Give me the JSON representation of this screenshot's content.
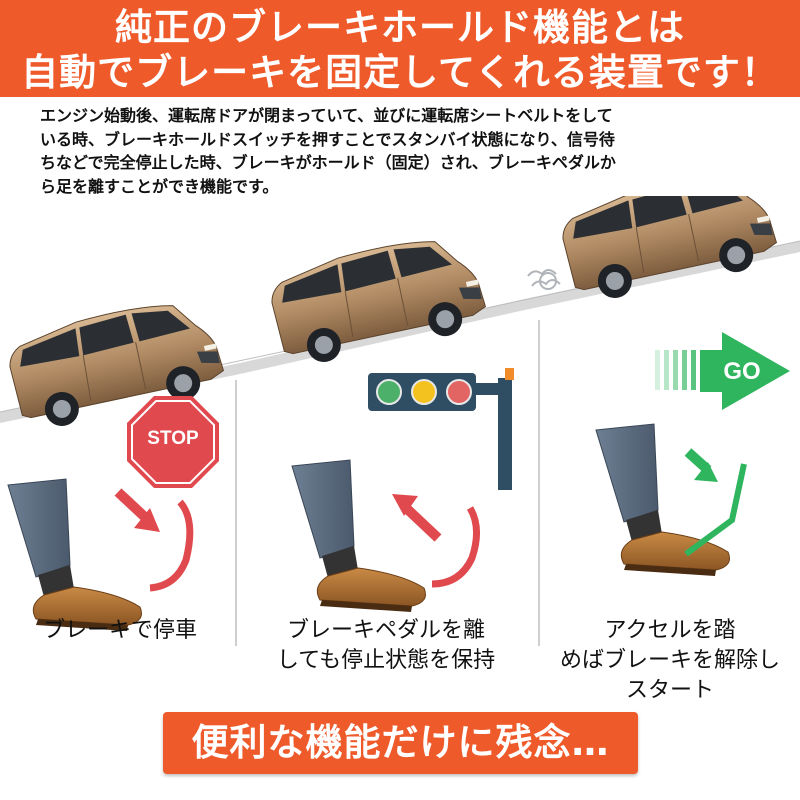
{
  "header": {
    "line1": "純正のブレーキホールド機能とは",
    "line2": "自動でブレーキを固定してくれる装置です！"
  },
  "description": {
    "line1": "エンジン始動後、運転席ドアが閉まっていて、並びに運転席シートベルトをして",
    "line2": "いる時、ブレーキホールドスイッチを押すことでスタンバイ状態になり、信号待",
    "line3": "ちなどで完全停止した時、ブレーキがホールド（固定）され、ブレーキペダルか",
    "line4": "ら足を離すことができ機能です。"
  },
  "signs": {
    "stop": "STOP",
    "go": "GO"
  },
  "steps": [
    {
      "lines": [
        "ブレーキで停車"
      ]
    },
    {
      "lines": [
        "ブレーキペダルを離",
        "しても停止状態を保持"
      ]
    },
    {
      "lines": [
        "アクセルを踏",
        "めばブレーキを解除し",
        "スタート"
      ]
    }
  ],
  "footer": {
    "text": "便利な機能だけに残念…"
  },
  "colors": {
    "accent": "#ef5a2b",
    "stop_red": "#e04a4f",
    "go_green": "#2eb55e",
    "car_body": "#b08a63",
    "signal_pole": "#2f4e63"
  }
}
